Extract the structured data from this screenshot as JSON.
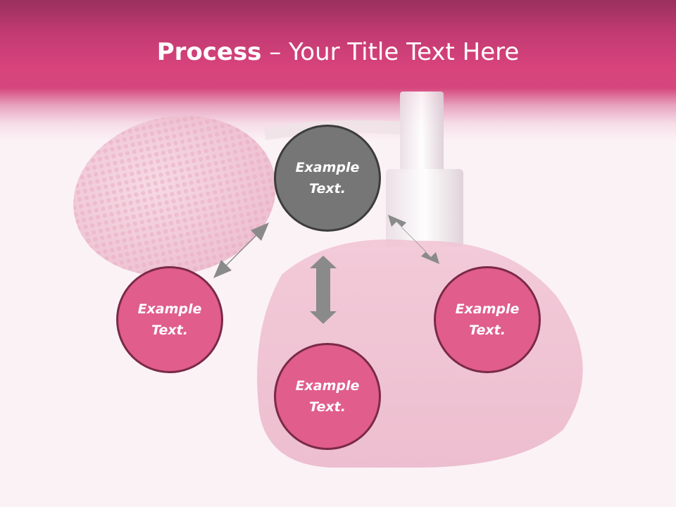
{
  "title": {
    "strong": "Process",
    "rest": " – Your Title Text Here"
  },
  "nodes": {
    "top": "Example Text.",
    "left": "Example Text.",
    "bottom": "Example Text.",
    "right": "Example Text."
  },
  "colors": {
    "header": "#d6477e",
    "node_fill": "#e05d8c",
    "node_center": "#767676",
    "arrow": "#8a8a8a",
    "background": "#fbf2f6"
  }
}
